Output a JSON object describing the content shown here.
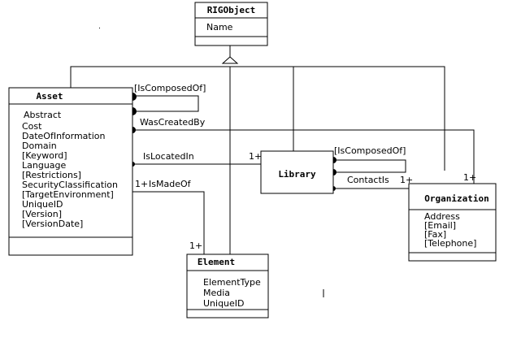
{
  "classes": {
    "rigobject": {
      "name": "RIGObject",
      "attributes": [
        "Name"
      ]
    },
    "asset": {
      "name": "Asset",
      "attributes": [
        "Abstract",
        "Cost",
        "DateOfInformation",
        "Domain",
        "[Keyword]",
        "Language",
        "[Restrictions]",
        "SecurityClassification",
        "[TargetEnvironment]",
        "UniqueID",
        "[Version]",
        "[VersionDate]"
      ]
    },
    "library": {
      "name": "Library",
      "attributes": []
    },
    "organization": {
      "name": "Organization",
      "attributes": [
        "Address",
        "[Email]",
        "[Fax]",
        "[Telephone]"
      ]
    },
    "element": {
      "name": "Element",
      "attributes": [
        "ElementType",
        "Media",
        "UniqueID"
      ]
    }
  },
  "associations": {
    "asset_composed": "[IsComposedOf]",
    "was_created_by": "WasCreatedBy",
    "is_located_in": "IsLocatedIn",
    "is_made_of": "IsMadeOf",
    "library_composed": "[IsComposedOf]",
    "contact_is": "ContactIs"
  },
  "multiplicities": {
    "library_located": "1+",
    "asset_made_of": "1+",
    "element_made_of": "1+",
    "contact_is": "1+",
    "org_created_by": "1+"
  }
}
